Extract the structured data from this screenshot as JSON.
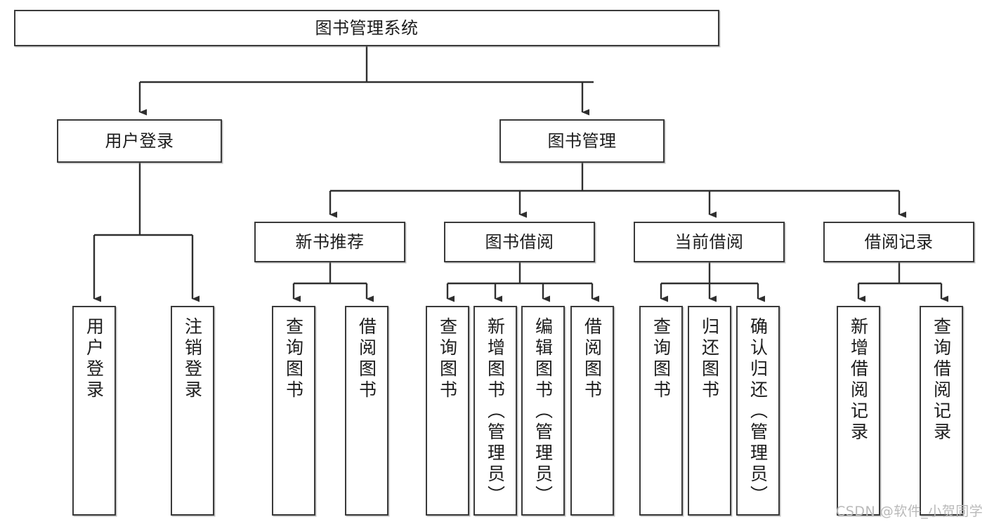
{
  "diagram": {
    "type": "tree-hierarchy-chart",
    "title": "图书管理系统",
    "root": {
      "label": "图书管理系统"
    },
    "level2": [
      {
        "label": "用户登录"
      },
      {
        "label": "图书管理"
      }
    ],
    "level3": [
      {
        "label": "新书推荐"
      },
      {
        "label": "图书借阅"
      },
      {
        "label": "当前借阅"
      },
      {
        "label": "借阅记录"
      }
    ],
    "leaves": {
      "user_login": [
        {
          "label": "用户登录"
        },
        {
          "label": "注销登录"
        }
      ],
      "new_book_recommend": [
        {
          "label": "查询图书"
        },
        {
          "label": "借阅图书"
        }
      ],
      "book_borrow": [
        {
          "label": "查询图书"
        },
        {
          "label": "新增图书（管理员）"
        },
        {
          "label": "编辑图书（管理员）"
        },
        {
          "label": "借阅图书"
        }
      ],
      "current_borrow": [
        {
          "label": "查询图书"
        },
        {
          "label": "归还图书"
        },
        {
          "label": "确认归还（管理员）"
        }
      ],
      "borrow_record": [
        {
          "label": "新增借阅记录"
        },
        {
          "label": "查询借阅记录"
        }
      ]
    }
  },
  "watermark": {
    "text": "CSDN @软件_小贺同学"
  },
  "colors": {
    "border": "#3a3a3a",
    "text": "#1c1c1c",
    "background": "#ffffff",
    "watermark": "#b9b9b9"
  }
}
